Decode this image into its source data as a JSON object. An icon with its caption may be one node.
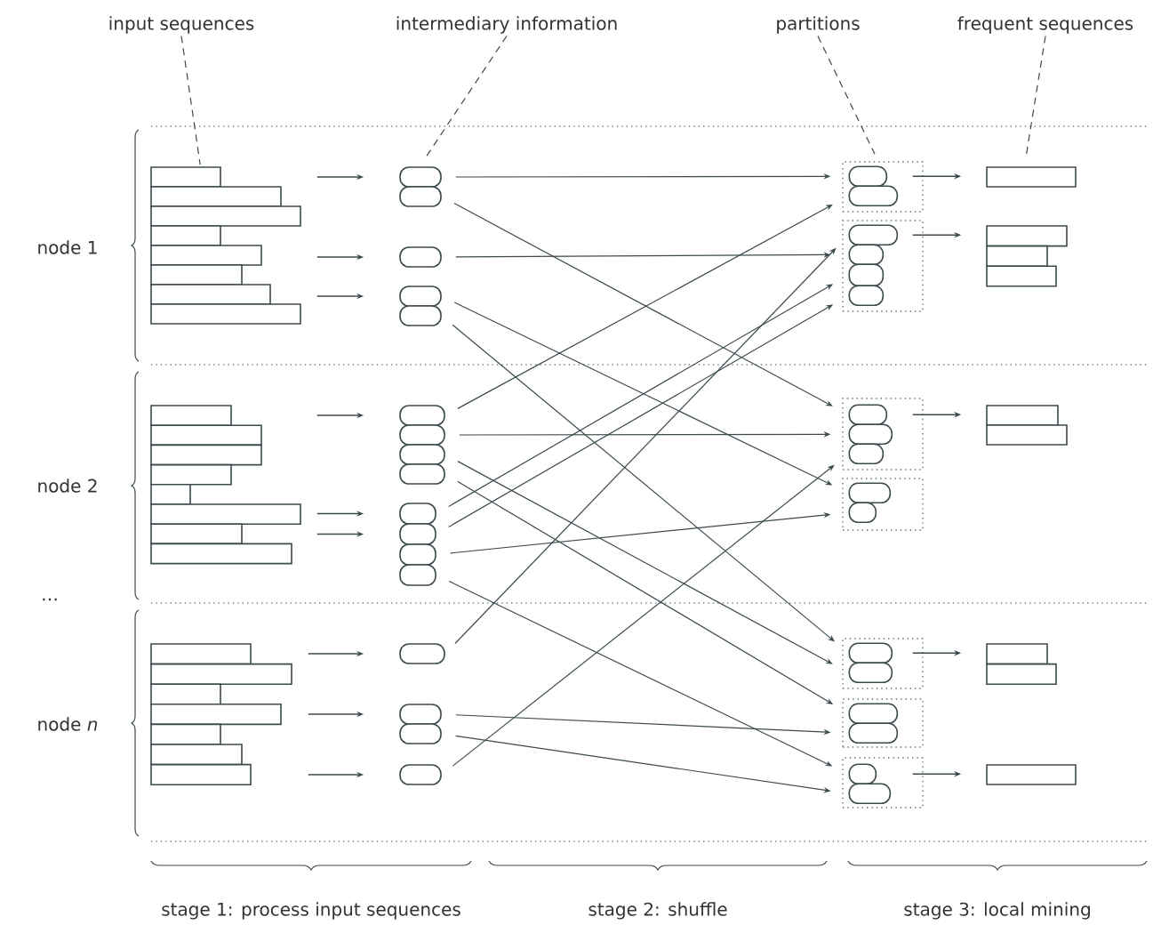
{
  "diagram": {
    "nodes": [
      {
        "text": [
          "input sequences"
        ]
      },
      {
        "text": [
          "intermediary information"
        ]
      },
      {
        "text": [
          "partitions"
        ]
      },
      {
        "text": [
          "frequent sequences"
        ]
      },
      {
        "text": [],
        "shape": "bar"
      },
      {
        "text": [],
        "shape": "pill"
      },
      {
        "text": [],
        "shape": "pill"
      },
      {
        "text": [],
        "shape": "pill"
      },
      {
        "text": [],
        "shape": "pill"
      },
      {
        "text": [],
        "shape": "pill"
      },
      {
        "text": [],
        "shape": "box"
      },
      {
        "text": [],
        "shape": "pill",
        "in": 10
      },
      {
        "text": [],
        "shape": "pill",
        "in": 10
      },
      {
        "text": [],
        "shape": "box"
      },
      {
        "text": [],
        "shape": "pill",
        "in": 13
      },
      {
        "text": [],
        "shape": "pill",
        "in": 13
      },
      {
        "text": [],
        "shape": "pill",
        "in": 13
      },
      {
        "text": [],
        "shape": "pill",
        "in": 13
      },
      {
        "text": [],
        "shape": "bar"
      },
      {
        "text": [],
        "shape": "bar"
      },
      {
        "text": [],
        "shape": "bar"
      },
      {
        "text": [],
        "shape": "pill"
      },
      {
        "text": [],
        "shape": "pill"
      },
      {
        "text": [],
        "shape": "pill"
      },
      {
        "text": [],
        "shape": "pill"
      },
      {
        "text": [],
        "shape": "pill"
      },
      {
        "text": [],
        "shape": "pill"
      },
      {
        "text": [],
        "shape": "pill"
      },
      {
        "text": [],
        "shape": "pill"
      },
      {
        "text": [],
        "shape": "box"
      },
      {
        "text": [],
        "shape": "pill",
        "in": 29
      },
      {
        "text": [],
        "shape": "pill",
        "in": 29
      },
      {
        "text": [],
        "shape": "pill",
        "in": 29
      },
      {
        "text": [],
        "shape": "box"
      },
      {
        "text": [],
        "shape": "pill",
        "in": 33
      },
      {
        "text": [],
        "shape": "pill",
        "in": 33
      },
      {
        "text": [],
        "shape": "bar"
      },
      {
        "text": [],
        "shape": "bar"
      },
      {
        "text": [],
        "shape": "pill"
      },
      {
        "text": [],
        "shape": "pill"
      },
      {
        "text": [],
        "shape": "pill"
      },
      {
        "text": [],
        "shape": "pill"
      },
      {
        "text": [],
        "shape": "box"
      },
      {
        "text": [],
        "shape": "pill",
        "in": 42
      },
      {
        "text": [],
        "shape": "pill",
        "in": 42
      },
      {
        "text": [],
        "shape": "box"
      },
      {
        "text": [],
        "shape": "pill",
        "in": 45
      },
      {
        "text": [],
        "shape": "pill",
        "in": 45
      },
      {
        "text": [],
        "shape": "box"
      },
      {
        "text": [],
        "shape": "pill",
        "in": 48
      },
      {
        "text": [],
        "shape": "pill",
        "in": 48
      },
      {
        "text": [],
        "shape": "bar"
      },
      {
        "text": [],
        "shape": "bar"
      }
    ],
    "edges": [
      {
        "from": 0,
        "to": 4,
        "arrow": "none",
        "style": "dashed"
      },
      {
        "from": 1,
        "to": 5,
        "arrow": "none",
        "style": "dashed"
      },
      {
        "from": 2,
        "to": 10,
        "arrow": "none",
        "style": "dashed"
      },
      {
        "from": 3,
        "to": 18,
        "arrow": "none",
        "style": "dashed"
      },
      {
        "from": 4,
        "to": 5,
        "arrow": "to"
      },
      {
        "from": 4,
        "to": 7,
        "arrow": "to"
      },
      {
        "from": 4,
        "to": 8,
        "arrow": "to"
      },
      {
        "from": 20,
        "to": 21,
        "arrow": "to"
      },
      {
        "from": 20,
        "to": 25,
        "arrow": "to"
      },
      {
        "from": 20,
        "to": 26,
        "arrow": "to"
      },
      {
        "from": 37,
        "to": 38,
        "arrow": "to"
      },
      {
        "from": 37,
        "to": 39,
        "arrow": "to"
      },
      {
        "from": 37,
        "to": 41,
        "arrow": "to"
      },
      {
        "from": 5,
        "to": 11,
        "arrow": "to"
      },
      {
        "from": 6,
        "to": 30,
        "arrow": "to"
      },
      {
        "from": 7,
        "to": 15,
        "arrow": "to"
      },
      {
        "from": 8,
        "to": 34,
        "arrow": "to"
      },
      {
        "from": 9,
        "to": 43,
        "arrow": "to"
      },
      {
        "from": 21,
        "to": 12,
        "arrow": "to"
      },
      {
        "from": 22,
        "to": 31,
        "arrow": "to"
      },
      {
        "from": 23,
        "to": 44,
        "arrow": "to"
      },
      {
        "from": 24,
        "to": 46,
        "arrow": "to"
      },
      {
        "from": 25,
        "to": 16,
        "arrow": "to"
      },
      {
        "from": 26,
        "to": 17,
        "arrow": "to"
      },
      {
        "from": 27,
        "to": 35,
        "arrow": "to"
      },
      {
        "from": 28,
        "to": 49,
        "arrow": "to"
      },
      {
        "from": 38,
        "to": 14,
        "arrow": "to"
      },
      {
        "from": 39,
        "to": 47,
        "arrow": "to"
      },
      {
        "from": 40,
        "to": 50,
        "arrow": "to"
      },
      {
        "from": 41,
        "to": 32,
        "arrow": "to"
      },
      {
        "from": 10,
        "to": 18,
        "arrow": "to"
      },
      {
        "from": 13,
        "to": 19,
        "arrow": "to"
      },
      {
        "from": 29,
        "to": 36,
        "arrow": "to"
      },
      {
        "from": 42,
        "to": 51,
        "arrow": "to"
      },
      {
        "from": 48,
        "to": 52,
        "arrow": "to"
      }
    ],
    "labels": [
      "node 1",
      "node 2",
      "…",
      "node *n*",
      "stage 1: process input sequences",
      "stage 2: shuffle",
      "stage 3: local mining"
    ]
  }
}
